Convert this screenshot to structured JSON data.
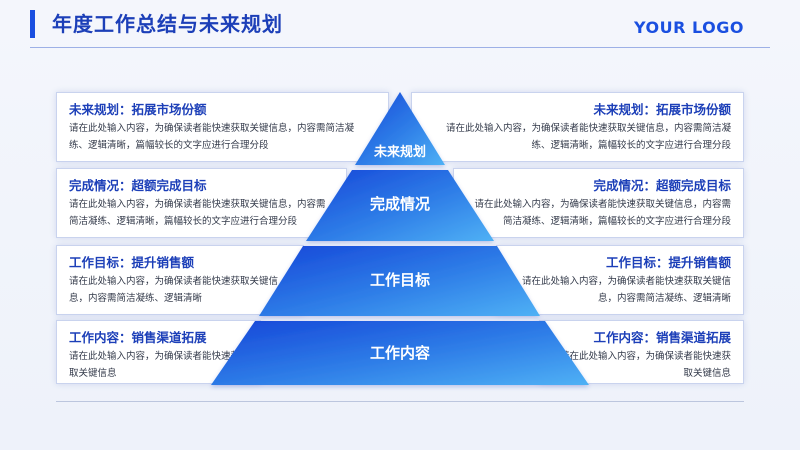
{
  "header": {
    "title": "年度工作总结与未来规划",
    "logo": "YOUR LOGO"
  },
  "pyramid": {
    "tiers": [
      {
        "label": "未来规划"
      },
      {
        "label": "完成情况"
      },
      {
        "label": "工作目标"
      },
      {
        "label": "工作内容"
      }
    ]
  },
  "cards": {
    "left": [
      {
        "title": "未来规划：拓展市场份额",
        "desc": "请在此处输入内容，为确保读者能快速获取关键信息，内容需简洁凝练、逻辑清晰，篇幅较长的文字应进行合理分段"
      },
      {
        "title": "完成情况：超额完成目标",
        "desc": "请在此处输入内容，为确保读者能快速获取关键信息，内容需简洁凝练、逻辑清晰，篇幅较长的文字应进行合理分段"
      },
      {
        "title": "工作目标：提升销售额",
        "desc": "请在此处输入内容，为确保读者能快速获取关键信息，内容需简洁凝练、逻辑清晰"
      },
      {
        "title": "工作内容：销售渠道拓展",
        "desc": "请在此处输入内容，为确保读者能快速获取关键信息"
      }
    ],
    "right": [
      {
        "title": "未来规划：拓展市场份额",
        "desc": "请在此处输入内容，为确保读者能快速获取关键信息，内容需简洁凝练、逻辑清晰，篇幅较长的文字应进行合理分段"
      },
      {
        "title": "完成情况：超额完成目标",
        "desc": "请在此处输入内容，为确保读者能快速获取关键信息，内容需简洁凝练、逻辑清晰，篇幅较长的文字应进行合理分段"
      },
      {
        "title": "工作目标：提升销售额",
        "desc": "请在此处输入内容，为确保读者能快速获取关键信息，内容需简洁凝练、逻辑清晰"
      },
      {
        "title": "工作内容：销售渠道拓展",
        "desc": "请在此处输入内容，为确保读者能快速获取关键信息"
      }
    ]
  },
  "colors": {
    "accent": "#1a4fe0",
    "title": "#1c3fb8",
    "pyramid_dark": "#1646d8",
    "pyramid_light": "#4fb1f5"
  }
}
